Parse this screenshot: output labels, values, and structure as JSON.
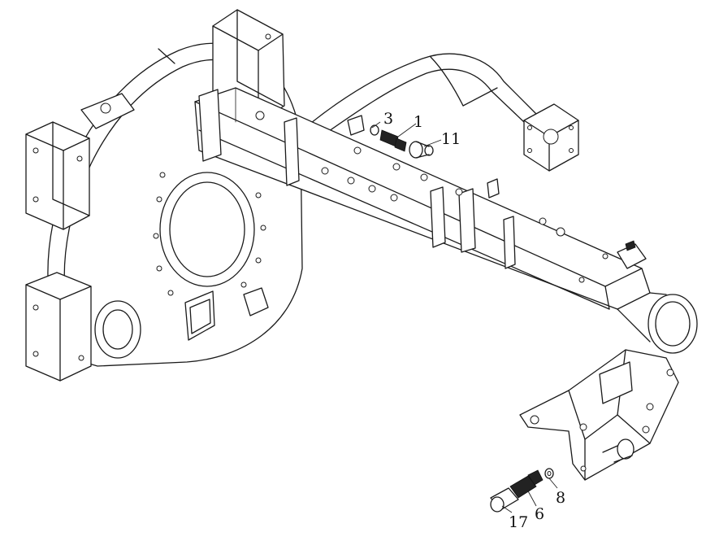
{
  "callouts": [
    {
      "id": "c3",
      "label": "3"
    },
    {
      "id": "c1",
      "label": "1"
    },
    {
      "id": "c11",
      "label": "11"
    },
    {
      "id": "c8",
      "label": "8"
    },
    {
      "id": "c6",
      "label": "6"
    },
    {
      "id": "c17",
      "label": "17"
    }
  ],
  "colors": {
    "line": "#1a1a1a",
    "background": "#ffffff"
  }
}
